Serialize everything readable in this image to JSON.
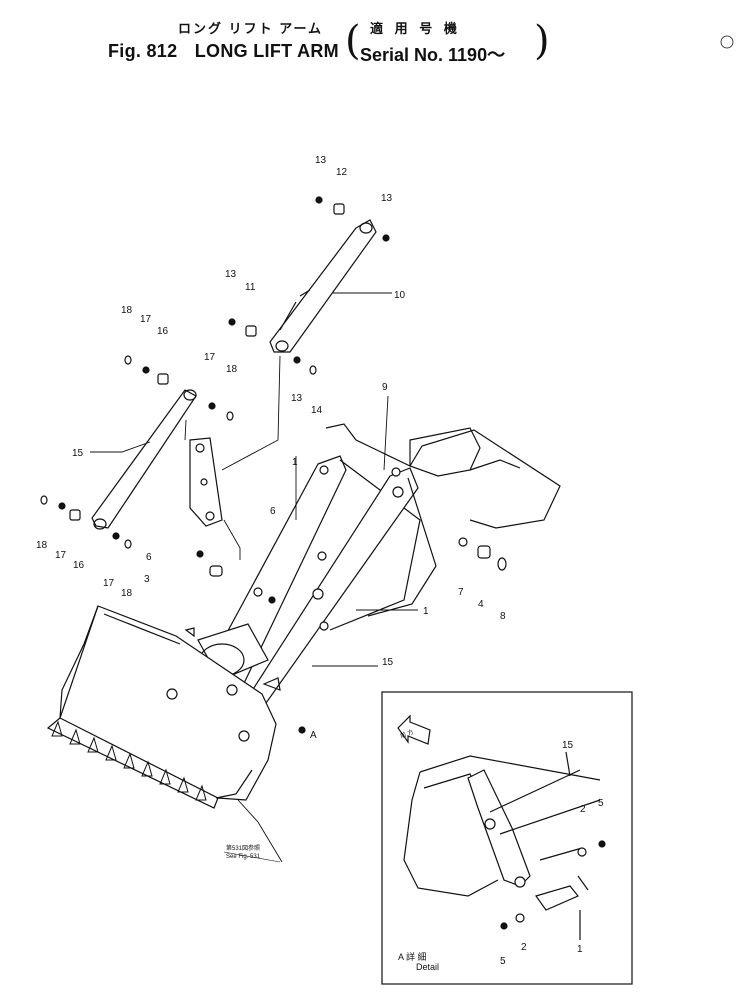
{
  "header": {
    "jp_part_name": "ロング リフト アーム",
    "jp_applicable": "適 用 号 機",
    "fig_label": "Fig. 812",
    "part_name": "LONG LIFT ARM",
    "serial": "Serial No. 1190～"
  },
  "callouts": [
    "13",
    "12",
    "13",
    "10",
    "13",
    "11",
    "18",
    "17",
    "16",
    "17",
    "18",
    "13",
    "14",
    "9",
    "15",
    "1",
    "18",
    "17",
    "16",
    "17",
    "18",
    "6",
    "3",
    "6",
    "7",
    "4",
    "8",
    "1",
    "15",
    "A",
    "2",
    "5",
    "2",
    "5",
    "15",
    "1"
  ],
  "detail": {
    "label_jp": "A 詳 細",
    "label_en": "Detail",
    "arrow_text": "前 方"
  },
  "see_ref": {
    "jp": "第531図参照",
    "en": "See Fig. 531"
  }
}
